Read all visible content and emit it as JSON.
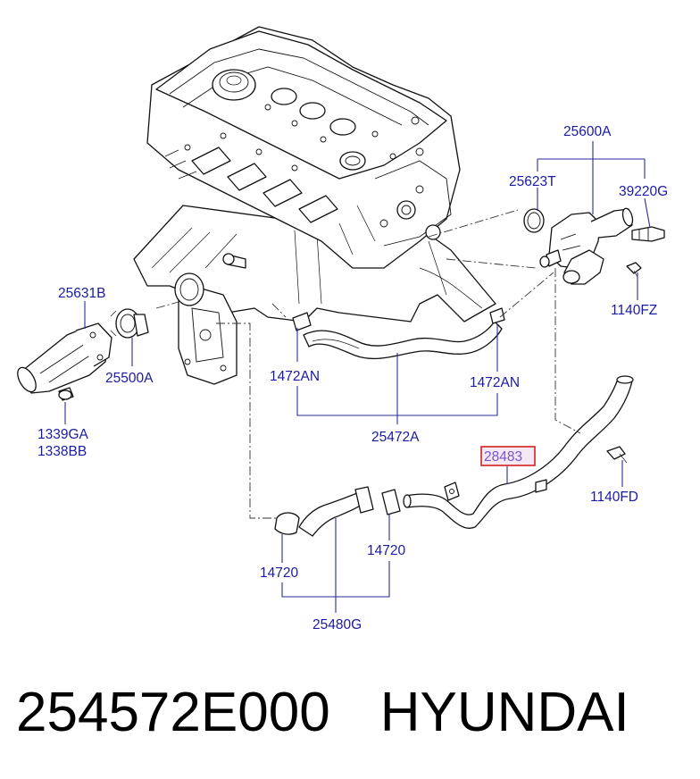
{
  "labels": {
    "p25600A": "25600A",
    "p25623T": "25623T",
    "p39220G": "39220G",
    "p1140FZ": "1140FZ",
    "p25631B": "25631B",
    "p25500A": "25500A",
    "p1339GA": "1339GA",
    "p1338BB": "1338BB",
    "p1472AN_left": "1472AN",
    "p1472AN_right": "1472AN",
    "p25472A": "25472A",
    "p28483": "28483",
    "p1140FD": "1140FD",
    "p14720_left": "14720",
    "p14720_right": "14720",
    "p25480G": "25480G"
  },
  "highlight": {
    "part": "28483",
    "border_color": "#d42020",
    "fill_color": "#f3e8f3"
  },
  "footer": {
    "part_number": "254572E000",
    "brand": "HYUNDAI"
  }
}
